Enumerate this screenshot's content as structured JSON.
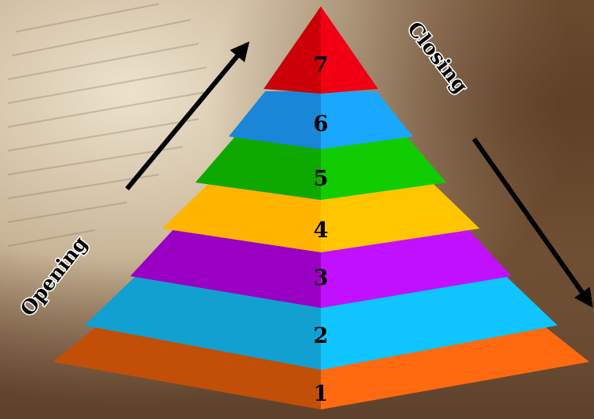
{
  "pyramid": {
    "levels": [
      {
        "number": "1",
        "left_color": "#c14f07",
        "right_color": "#ff6a10"
      },
      {
        "number": "2",
        "left_color": "#12a0d0",
        "right_color": "#0fc4ff"
      },
      {
        "number": "3",
        "left_color": "#9a00c4",
        "right_color": "#c010ff"
      },
      {
        "number": "4",
        "left_color": "#ffb400",
        "right_color": "#ffc600"
      },
      {
        "number": "5",
        "left_color": "#0da800",
        "right_color": "#11cc00"
      },
      {
        "number": "6",
        "left_color": "#1a86d8",
        "right_color": "#1aa8ff"
      },
      {
        "number": "7",
        "left_color": "#cc0008",
        "right_color": "#f00012"
      }
    ]
  },
  "arrows": {
    "opening_label": "Opening",
    "closing_label": "Closing"
  },
  "colors": {
    "background_parchment": "#d9c5a6",
    "background_wood": "#6e4a2c",
    "arrow": "#000000"
  }
}
